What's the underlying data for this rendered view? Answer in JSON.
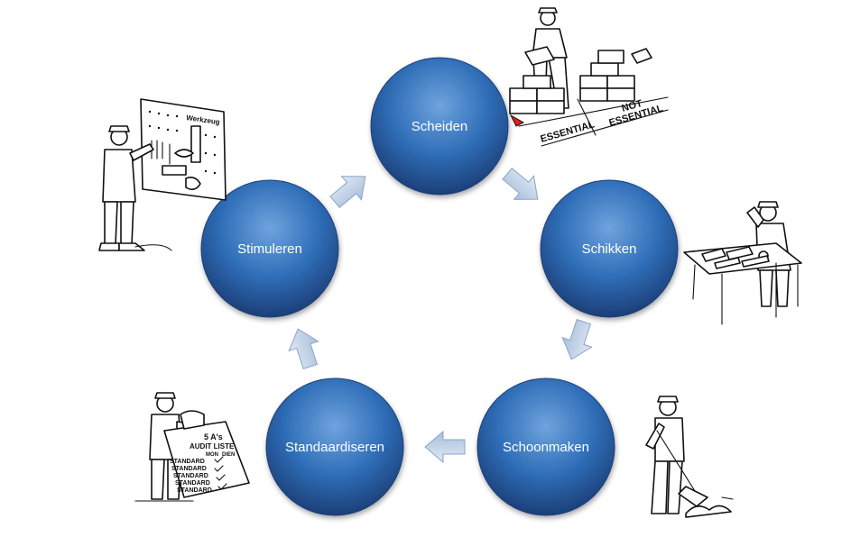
{
  "cycle": {
    "nodes": [
      {
        "id": "scheiden",
        "label": "Scheiden"
      },
      {
        "id": "schikken",
        "label": "Schikken"
      },
      {
        "id": "schoonmaken",
        "label": "Schoonmaken"
      },
      {
        "id": "standaardiseren",
        "label": "Standaardiseren"
      },
      {
        "id": "stimuleren",
        "label": "Stimuleren"
      }
    ],
    "colors": {
      "node_fill": "#2f6eb8",
      "node_dark": "#1c3f78",
      "node_light": "#6fa3dd",
      "arrow": "#b7cbe3"
    }
  },
  "illustrations": {
    "scheiden": {
      "icon": "sorting-boxes-worker-icon",
      "signs": [
        "ESSENTIAL",
        "NOT",
        "ESSENTIAL"
      ]
    },
    "schikken": {
      "icon": "workbench-tools-worker-icon"
    },
    "schoonmaken": {
      "icon": "sweeping-worker-icon"
    },
    "standaardiseren": {
      "icon": "checklist-worker-icon",
      "checklist": [
        "5 A's",
        "AUDIT LISTE",
        "MON",
        "DIEN",
        "STANDARD",
        "STANDARD",
        "STANDARD",
        "STANDARD",
        "STANDARD"
      ]
    },
    "stimuleren": {
      "icon": "tool-board-worker-icon",
      "board_label": "Werkzeug"
    }
  }
}
